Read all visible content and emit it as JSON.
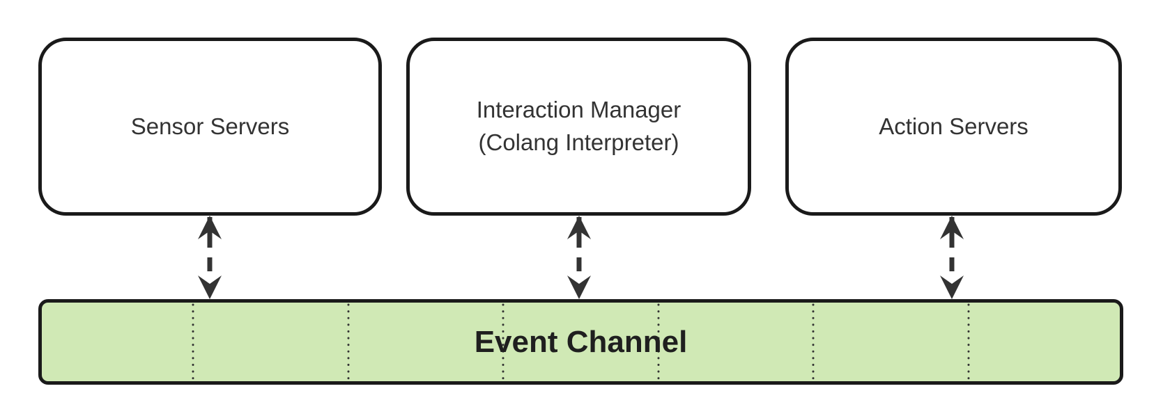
{
  "diagram": {
    "type": "architecture-block-diagram",
    "nodes": [
      {
        "id": "sensor-servers",
        "label": "Sensor Servers"
      },
      {
        "id": "interaction-manager",
        "label": "Interaction Manager\n(Colang Interpreter)"
      },
      {
        "id": "action-servers",
        "label": "Action Servers"
      }
    ],
    "bus": {
      "id": "event-channel",
      "label": "Event Channel",
      "segments": 7
    },
    "edges": [
      {
        "from": "sensor-servers",
        "to": "event-channel",
        "style": "dashed",
        "bidirectional": true
      },
      {
        "from": "interaction-manager",
        "to": "event-channel",
        "style": "dashed",
        "bidirectional": true
      },
      {
        "from": "action-servers",
        "to": "event-channel",
        "style": "dashed",
        "bidirectional": true
      }
    ],
    "colors": {
      "background": "#ffffff",
      "node_fill": "#ffffff",
      "bus_fill": "#d0e9b5",
      "stroke": "#1a1a1a",
      "arrow": "#333333",
      "node_text": "#333333",
      "bus_text": "#1f1f1f"
    }
  }
}
